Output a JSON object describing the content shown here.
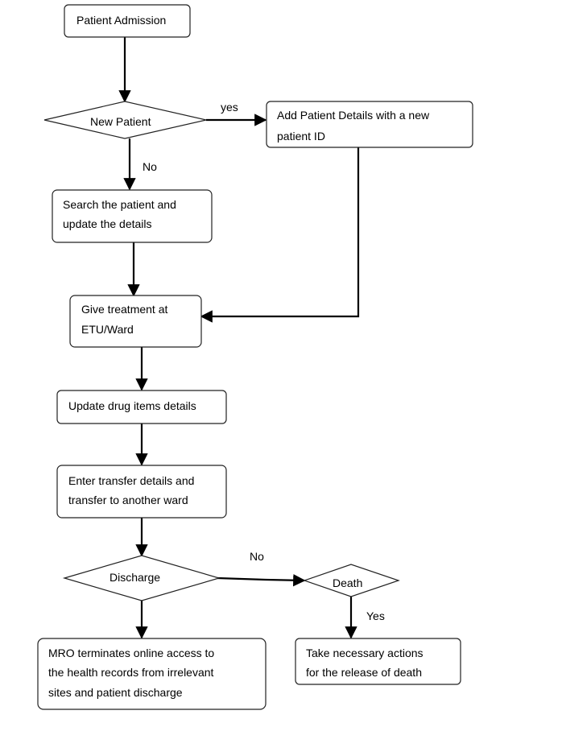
{
  "flowchart": {
    "nodes": {
      "admission": {
        "lines": [
          "Patient Admission"
        ]
      },
      "new_patient": {
        "lines": [
          "New Patient"
        ]
      },
      "add_details": {
        "lines": [
          "Add Patient Details with a new",
          "patient ID"
        ]
      },
      "search": {
        "lines": [
          "Search the patient and",
          "update the details"
        ]
      },
      "treatment": {
        "lines": [
          "Give treatment at",
          "ETU/Ward"
        ]
      },
      "drug": {
        "lines": [
          "Update drug items details"
        ]
      },
      "transfer": {
        "lines": [
          "Enter transfer details and",
          "transfer to another ward"
        ]
      },
      "discharge": {
        "lines": [
          "Discharge"
        ]
      },
      "death": {
        "lines": [
          "Death"
        ]
      },
      "mro": {
        "lines": [
          "MRO terminates online access to",
          "the health records from irrelevant",
          "sites and patient discharge"
        ]
      },
      "release": {
        "lines": [
          "Take necessary actions",
          "for the release of death"
        ]
      }
    },
    "edge_labels": {
      "yes": "yes",
      "no": "No",
      "discharge_no": "No",
      "death_yes": "Yes"
    }
  }
}
